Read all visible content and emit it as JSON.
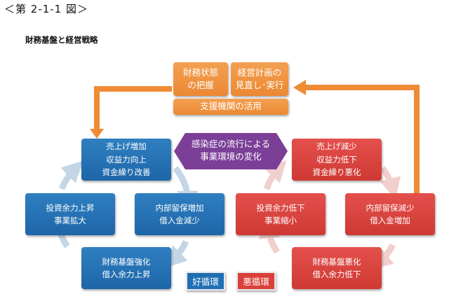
{
  "figure_label": "＜第 2-1-1 図＞",
  "title": "財務基盤と経営戦略",
  "top": {
    "box1": [
      "財務状態",
      "の把握"
    ],
    "box2": [
      "経営計画の",
      "見直し･実行"
    ],
    "support": "支援機関の活用"
  },
  "center": [
    "感染症の流行による",
    "事業環境の変化"
  ],
  "good_cycle": {
    "top": [
      "売上げ増加",
      "収益力向上",
      "資金繰り改善"
    ],
    "left": [
      "投資余力上昇",
      "事業拡大"
    ],
    "right": [
      "内部留保増加",
      "借入金減少"
    ],
    "bottom": [
      "財務基盤強化",
      "借入余力上昇"
    ]
  },
  "bad_cycle": {
    "top": [
      "売上げ減少",
      "収益力低下",
      "資金繰り悪化"
    ],
    "left": [
      "投資余力低下",
      "事業縮小"
    ],
    "right": [
      "内部留保減少",
      "借入金増加"
    ],
    "bottom": [
      "財務基盤悪化",
      "借入余力低下"
    ]
  },
  "legend": {
    "good": "好循環",
    "bad": "悪循環"
  },
  "colors": {
    "good": "#1f6fb4",
    "bad": "#d9403b",
    "orange": "#ee8b35",
    "purple": "#7b3f98"
  }
}
